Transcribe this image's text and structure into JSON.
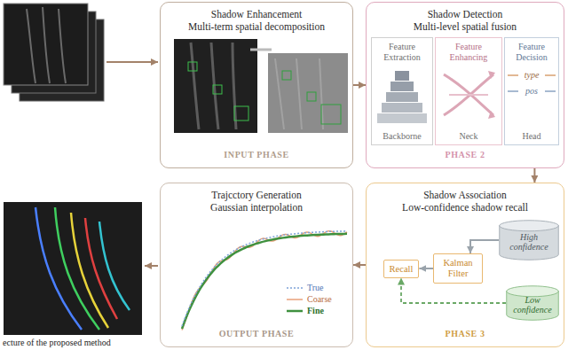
{
  "diagram": {
    "caption": "ecture of the proposed method",
    "nodes": [
      {
        "text": [
          "Shadow Enhancement",
          "Multi-term spatial decomposition",
          "INPUT PHASE"
        ]
      },
      {
        "text": [
          "Shadow Detection",
          "Multi-level spatial fusion",
          "PHASE 2"
        ]
      },
      {
        "text": [
          "Feature Extraction",
          "Backborne"
        ],
        "in": 1
      },
      {
        "text": [
          "Feature Enhancing",
          "Neck"
        ],
        "in": 1
      },
      {
        "text": [
          "Feature Decision",
          "type",
          "pos",
          "Head"
        ],
        "in": 1
      },
      {
        "text": [
          "Shadow Association",
          "Low-confidence shadow recall",
          "PHASE 3"
        ]
      },
      {
        "text": [
          "Recall"
        ],
        "in": 5
      },
      {
        "text": [
          "Kalman Filter"
        ],
        "in": 5
      },
      {
        "text": [
          "High confidence"
        ],
        "in": 5
      },
      {
        "text": [
          "Low confidence"
        ],
        "in": 5
      },
      {
        "text": [
          "Trajcctory Generation",
          "Gaussian interpolation",
          "OUTPUT PHASE"
        ]
      }
    ],
    "edges": [
      {
        "from": 0,
        "to": 1,
        "arrow": "to"
      },
      {
        "from": 1,
        "to": 5,
        "arrow": "to"
      },
      {
        "from": 5,
        "to": 10,
        "arrow": "to"
      },
      {
        "from": 8,
        "to": 7,
        "arrow": "to"
      },
      {
        "from": 7,
        "to": 6,
        "arrow": "to"
      },
      {
        "from": 9,
        "to": 6,
        "arrow": "to"
      }
    ],
    "legend": [
      {
        "text": "True"
      },
      {
        "text": "Coarse"
      },
      {
        "text": "Fine"
      }
    ]
  }
}
